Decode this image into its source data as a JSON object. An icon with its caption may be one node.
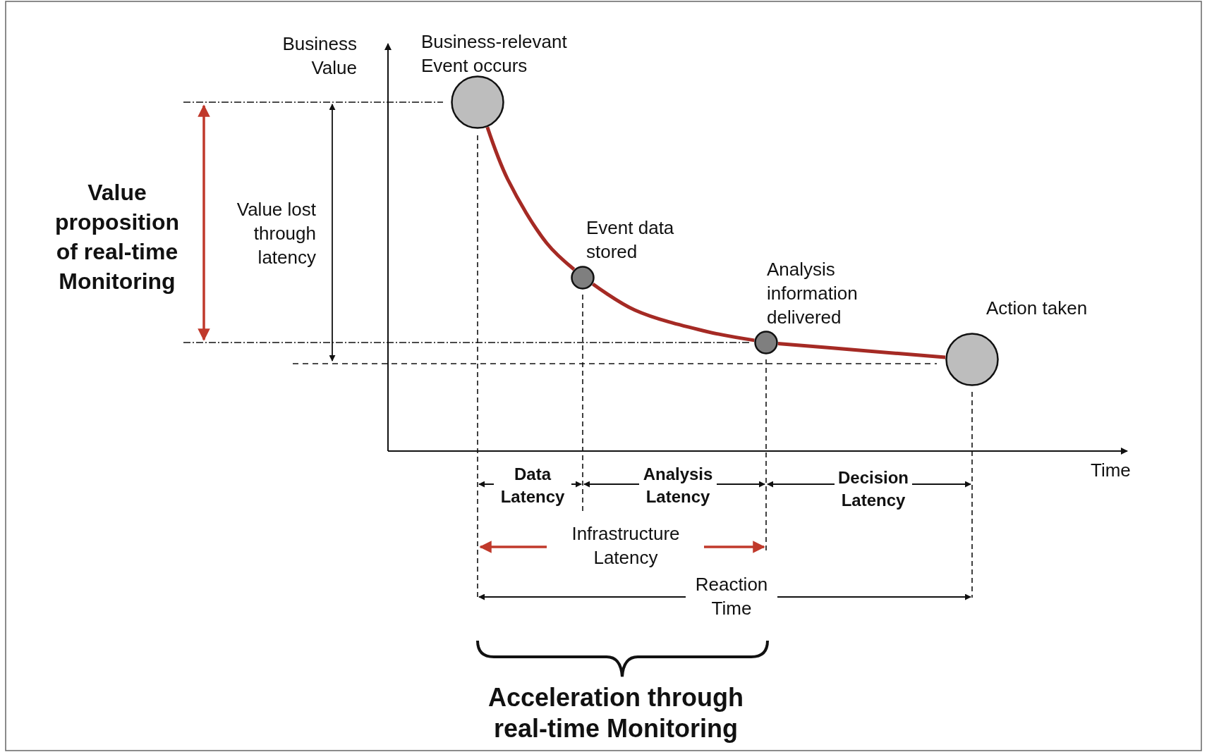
{
  "diagram": {
    "nodes": [
      {
        "text": [
          "Business-relevant Event occurs"
        ]
      },
      {
        "text": [
          "Event data stored"
        ]
      },
      {
        "text": [
          "Analysis information delivered"
        ]
      },
      {
        "text": [
          "Action taken"
        ]
      }
    ],
    "edges": [
      {
        "from": 0,
        "to": 1,
        "arrow": "none"
      },
      {
        "from": 1,
        "to": 2,
        "arrow": "none"
      },
      {
        "from": 2,
        "to": 3,
        "arrow": "none"
      }
    ],
    "labels": [
      "Business Value",
      "Value proposition of real-time Monitoring",
      "Value lost through latency",
      "Time",
      "Data Latency",
      "Analysis Latency",
      "Decision Latency",
      "Infrastructure Latency",
      "Reaction Time",
      "Acceleration through real-time Monitoring"
    ]
  }
}
